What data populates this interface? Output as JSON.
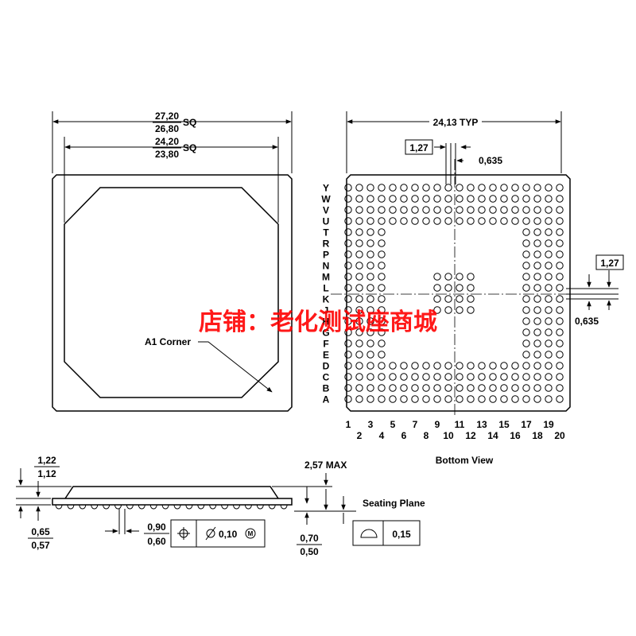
{
  "top_view": {
    "outer_dim_max": "27,20",
    "outer_dim_min": "26,80",
    "outer_dim_suffix": "SQ",
    "inner_dim_max": "24,20",
    "inner_dim_min": "23,80",
    "inner_dim_suffix": "SQ",
    "a1_corner_label": "A1 Corner"
  },
  "bottom_view": {
    "width_dim": "24,13 TYP",
    "pitch_box": "1,27",
    "half_pitch": "0,635",
    "right_pitch_box": "1,27",
    "right_half_pitch": "0,635",
    "row_labels": [
      "Y",
      "W",
      "V",
      "U",
      "T",
      "R",
      "P",
      "N",
      "M",
      "L",
      "K",
      "J",
      "H",
      "G",
      "F",
      "E",
      "D",
      "C",
      "B",
      "A"
    ],
    "col_labels_odd": [
      "1",
      "3",
      "5",
      "7",
      "9",
      "11",
      "13",
      "15",
      "17",
      "19"
    ],
    "col_labels_even": [
      "2",
      "4",
      "6",
      "8",
      "10",
      "12",
      "14",
      "16",
      "18",
      "20"
    ],
    "caption": "Bottom View"
  },
  "side_view": {
    "height_max": "1,22",
    "height_min": "1,12",
    "substrate_max": "0,65",
    "substrate_min": "0,57",
    "ball_dia_max": "0,90",
    "ball_dia_min": "0,60",
    "tolerance_value": "0,10",
    "tolerance_modifier": "M",
    "total_height": "2,57 MAX",
    "standoff_max": "0,70",
    "standoff_min": "0,50",
    "seating_plane_label": "Seating Plane",
    "flatness_value": "0,15"
  },
  "watermark": "店铺：老化测试座商城",
  "colors": {
    "line": "#000000",
    "watermark": "#ff0000"
  }
}
